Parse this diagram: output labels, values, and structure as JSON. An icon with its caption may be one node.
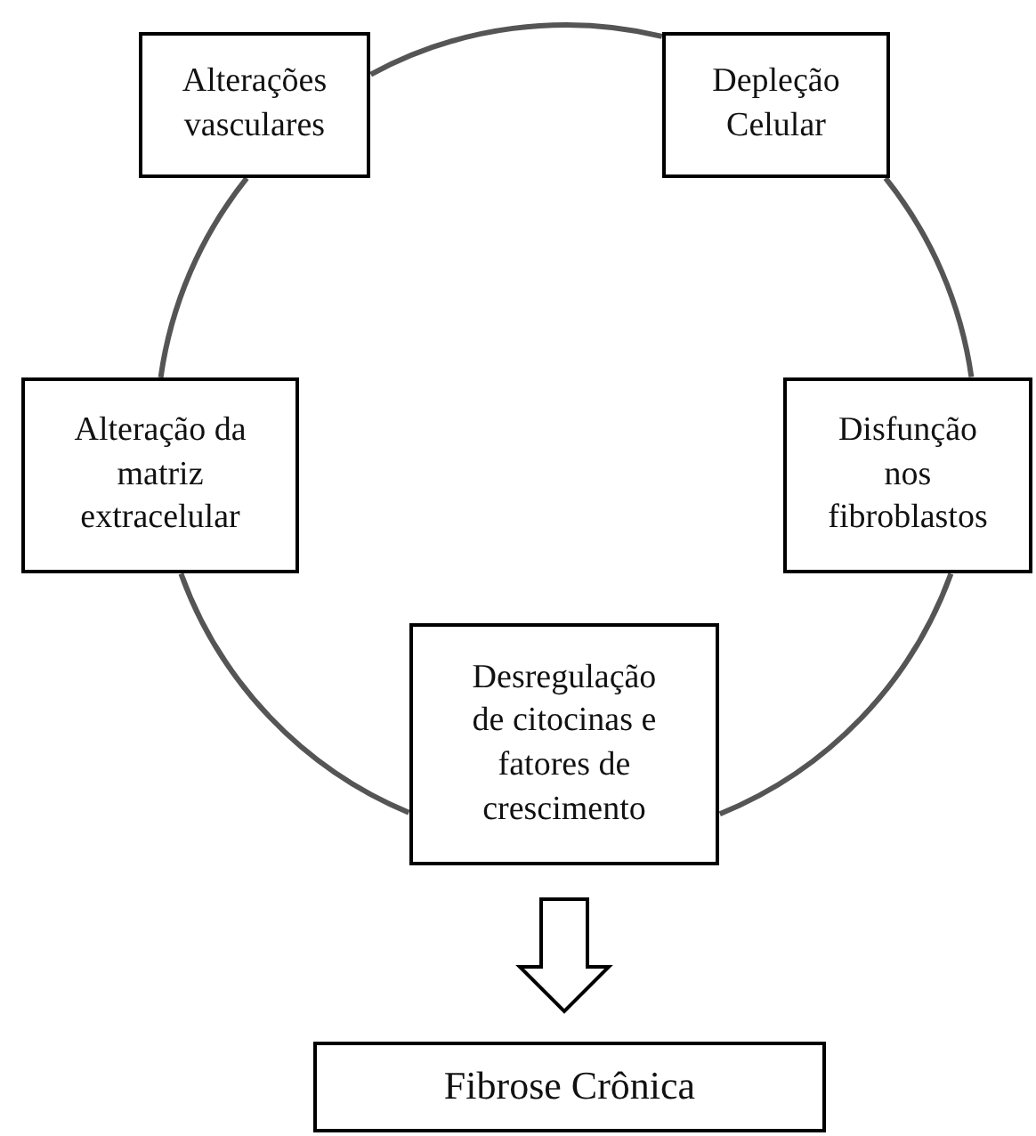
{
  "diagram": {
    "nodes": [
      {
        "text": [
          "Alterações vasculares"
        ]
      },
      {
        "text": [
          "Depleção Celular"
        ]
      },
      {
        "text": [
          "Alteração da matriz extracelular"
        ]
      },
      {
        "text": [
          "Disfunção nos fibroblastos"
        ]
      },
      {
        "text": [
          "Desregulação de citocinas e fatores de crescimento"
        ]
      },
      {
        "text": [
          "Fibrose Crônica"
        ]
      }
    ],
    "edges": [
      {
        "from": 0,
        "to": 1,
        "arrow": "none"
      },
      {
        "from": 1,
        "to": 3,
        "arrow": "none"
      },
      {
        "from": 3,
        "to": 4,
        "arrow": "none"
      },
      {
        "from": 4,
        "to": 2,
        "arrow": "none"
      },
      {
        "from": 2,
        "to": 0,
        "arrow": "none"
      },
      {
        "from": 4,
        "to": 5,
        "arrow": "to"
      }
    ]
  }
}
